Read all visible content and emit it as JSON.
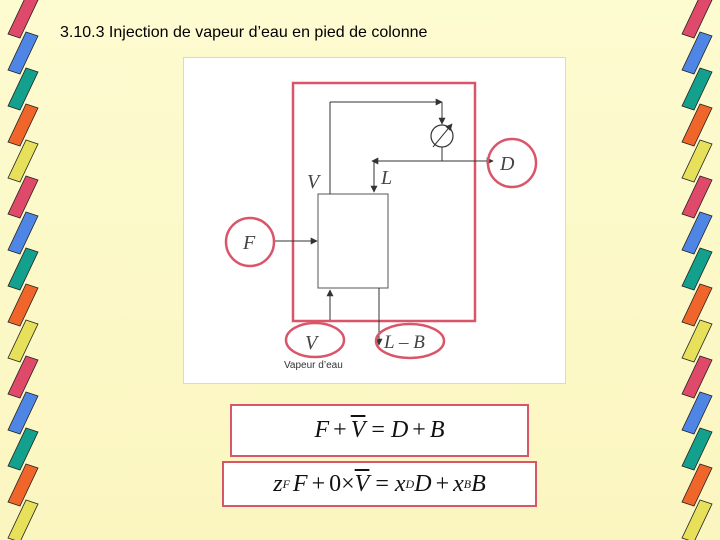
{
  "slide": {
    "title": "3.10.3 Injection de vapeur d’eau en pied de colonne"
  },
  "diagram": {
    "labels": {
      "V_top": "V",
      "L": "L",
      "D": "D",
      "F": "F",
      "V_bottom": "V",
      "L_minus_B": "L – B",
      "steam": "Vapeur d’eau"
    }
  },
  "equations": {
    "eq1": {
      "F": "F",
      "plus1": "+",
      "V": "V",
      "eq": "=",
      "D": "D",
      "plus2": "+",
      "B": "B"
    },
    "eq2": {
      "z": "z",
      "zsub": "F",
      "F": "F",
      "plus1": "+",
      "zero": "0",
      "times": "×",
      "V": "V",
      "eq": "=",
      "x1": "x",
      "x1sub": "D",
      "D": "D",
      "plus2": "+",
      "x2": "x",
      "x2sub": "B",
      "B": "B"
    }
  },
  "colors": {
    "highlight": "#d9566a",
    "line": "#333333"
  }
}
